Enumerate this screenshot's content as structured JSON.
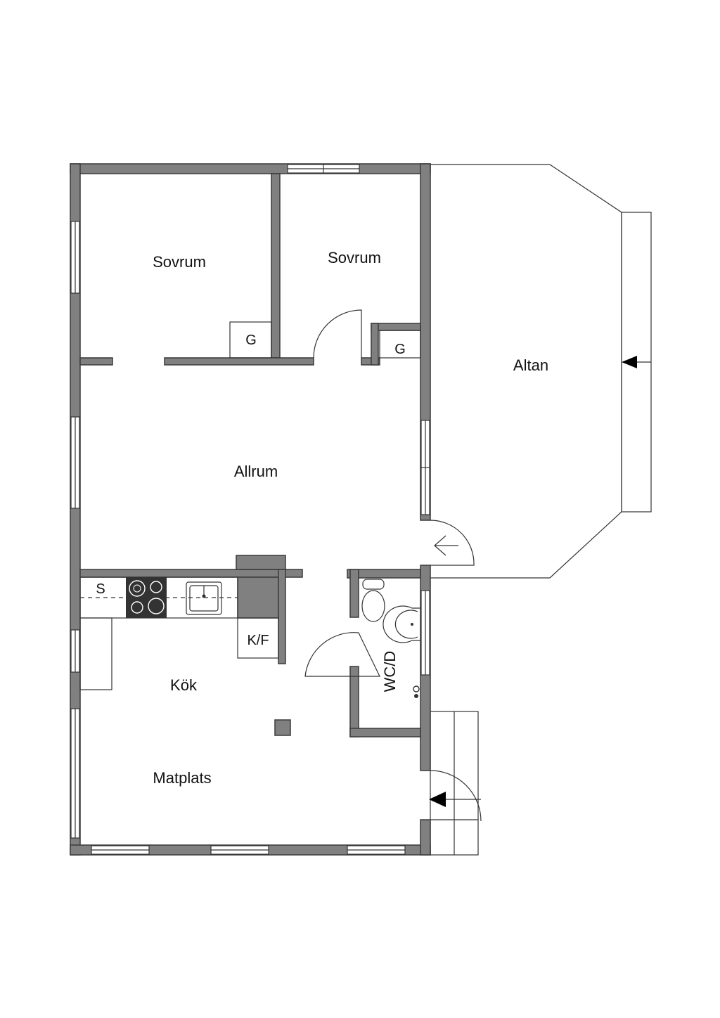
{
  "rooms": {
    "bedroom_left": "Sovrum",
    "bedroom_right": "Sovrum",
    "closet_left": "G",
    "closet_right": "G",
    "living_room": "Allrum",
    "deck": "Altan",
    "kitchen": "Kök",
    "dining": "Matplats",
    "fridge_freezer": "K/F",
    "cabinet": "S",
    "wc_shower": "WC/D"
  },
  "colors": {
    "wall": "#808080",
    "line": "#333333",
    "background": "#ffffff"
  },
  "icons": [
    "entrance-arrow-icon",
    "stove-icon",
    "sink-icon",
    "toilet-icon",
    "washbasin-icon",
    "door-swing-icon",
    "window-icon"
  ]
}
